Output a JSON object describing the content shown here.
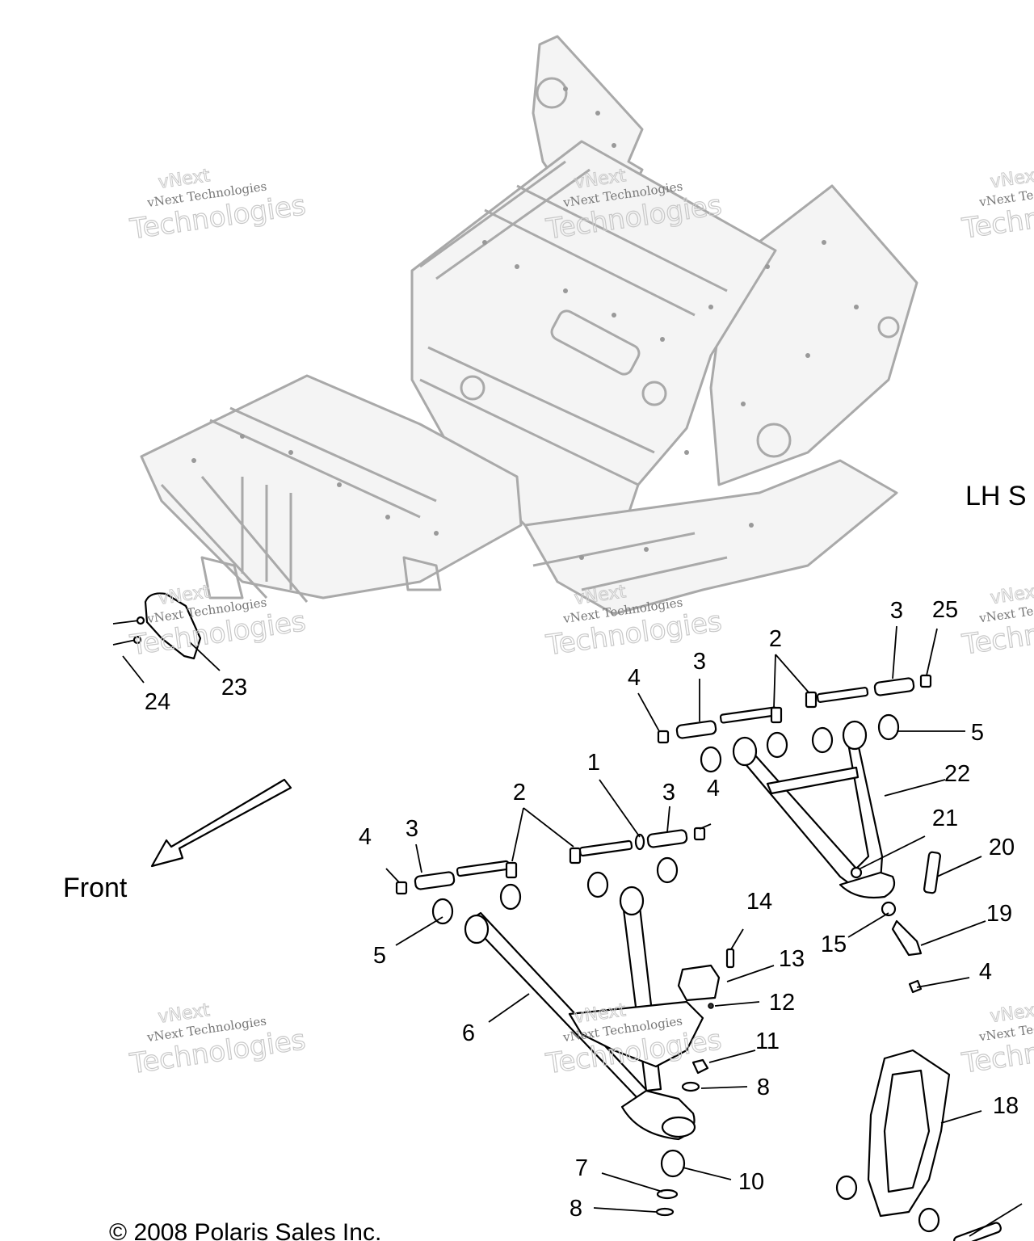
{
  "labels": {
    "front": "Front",
    "side": "LH S",
    "copyright": "© 2008 Polaris Sales Inc."
  },
  "watermark": {
    "line1": "vNext Technologies",
    "line2": "Technologies",
    "line3": "vNext"
  },
  "callouts": {
    "c1": "1",
    "c2a": "2",
    "c2b": "2",
    "c3a": "3",
    "c3b": "3",
    "c3c": "3",
    "c3d": "3",
    "c4a": "4",
    "c4b": "4",
    "c4c": "4",
    "c4d": "4",
    "c5a": "5",
    "c5b": "5",
    "c6": "6",
    "c7": "7",
    "c8a": "8",
    "c8b": "8",
    "c10": "10",
    "c11": "11",
    "c12": "12",
    "c13": "13",
    "c14": "14",
    "c15": "15",
    "c18": "18",
    "c19": "19",
    "c20": "20",
    "c21": "21",
    "c22": "22",
    "c23": "23",
    "c24": "24",
    "c25": "25"
  }
}
